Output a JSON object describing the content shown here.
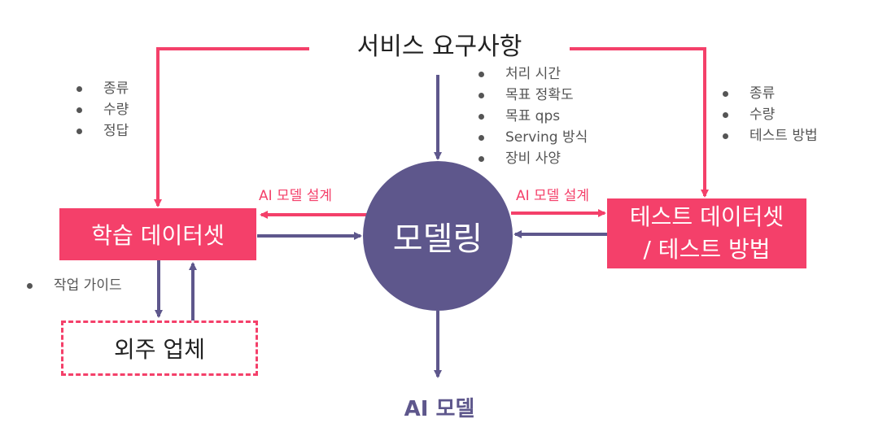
{
  "colors": {
    "accent_pink": "#f4406a",
    "purple": "#5e578c",
    "text": "#222222",
    "muted": "#555555"
  },
  "title": "서비스 요구사항",
  "left_bullets": [
    "종류",
    "수량",
    "정답"
  ],
  "center_bullets": [
    "처리 시간",
    "목표 정확도",
    "목표 qps",
    "Serving 방식",
    "장비 사양"
  ],
  "right_bullets": [
    "종류",
    "수량",
    "테스트 방법"
  ],
  "training_dataset": "학습 데이터셋",
  "test_box": {
    "line1": "테스트 데이터셋",
    "line2": "/ 테스트 방법"
  },
  "vendor_bullet": "작업 가이드",
  "vendor": "외주 업체",
  "modeling": "모델링",
  "edge_left": "AI 모델 설계",
  "edge_right": "AI 모델 설계",
  "output": "AI 모델"
}
